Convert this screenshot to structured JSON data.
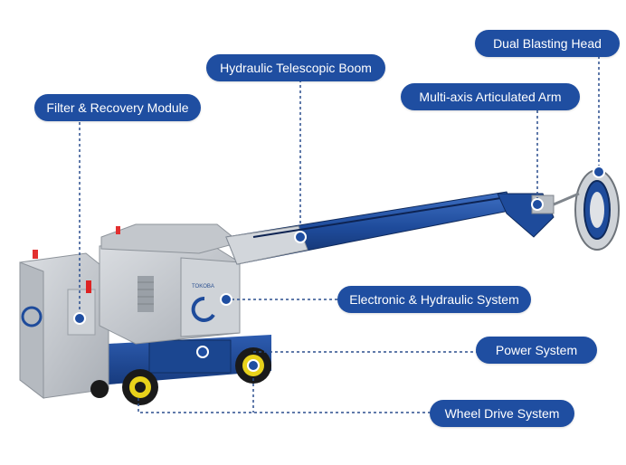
{
  "colors": {
    "label_bg": "#1f4ea1",
    "label_text": "#ffffff",
    "leader_line": "#2b4f8e",
    "machine_blue": "#1e4b9b",
    "machine_grey": "#c4c8cd"
  },
  "labels": {
    "dual_blasting_head": "Dual Blasting Head",
    "hydraulic_telescopic_boom": "Hydraulic Telescopic Boom",
    "multi_axis_articulated_arm": "Multi-axis Articulated Arm",
    "filter_recovery_module": "Filter & Recovery Module",
    "electronic_hydraulic_system": "Electronic & Hydraulic System",
    "power_system": "Power System",
    "wheel_drive_system": "Wheel Drive System"
  },
  "machine": {
    "brand_mark": "TOKOBA"
  }
}
